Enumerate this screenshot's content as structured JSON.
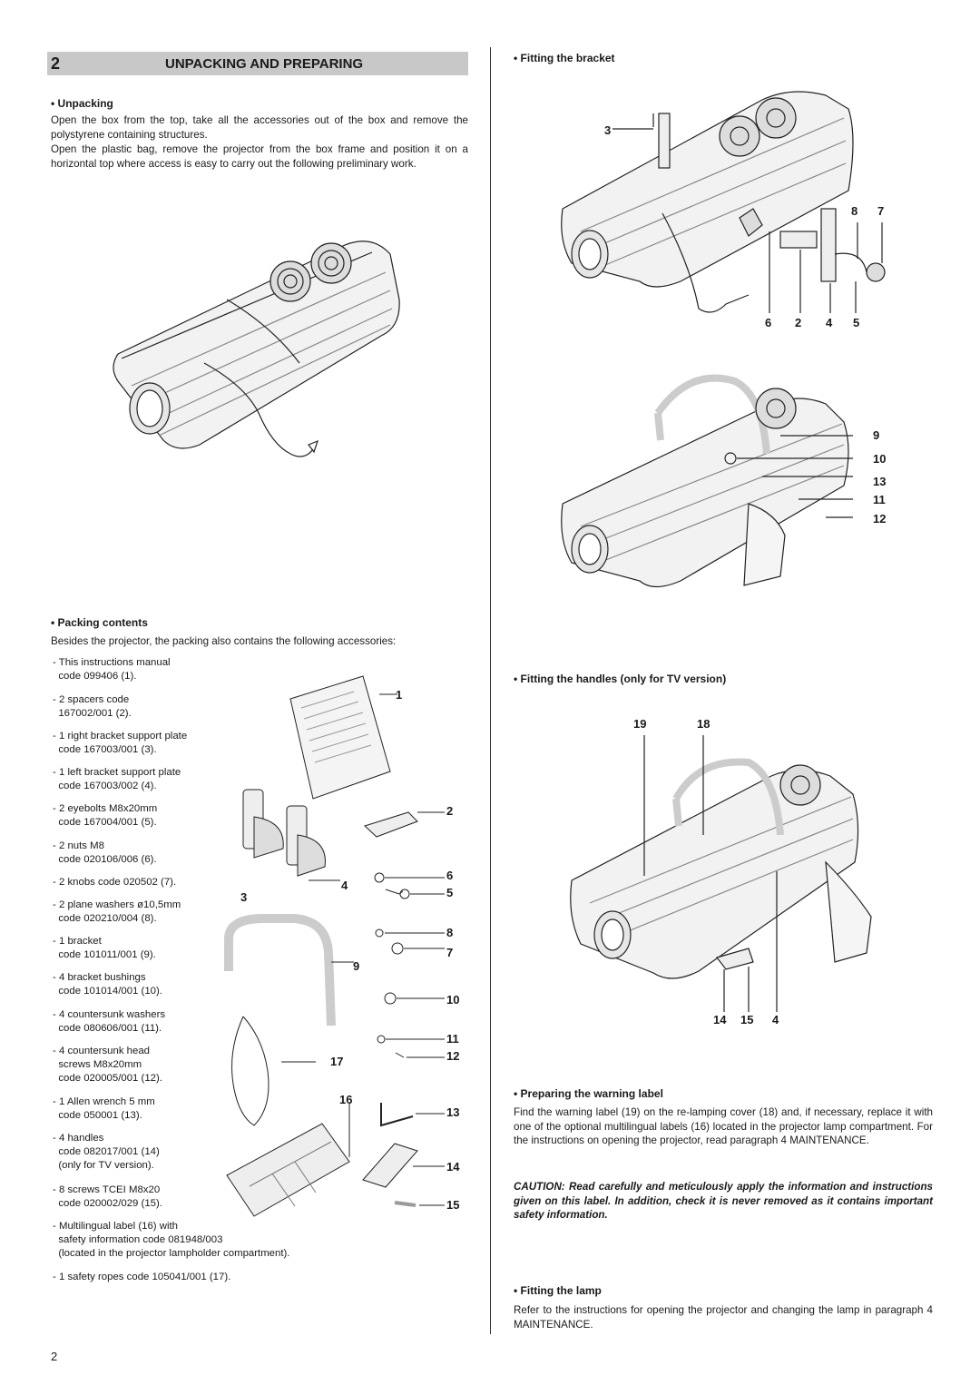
{
  "section": {
    "number": "2",
    "title": "UNPACKING AND PREPARING"
  },
  "unpacking": {
    "heading": "• Unpacking",
    "para1": "Open the box from the top, take all the accessories out of the box and remove the polystyrene containing structures.",
    "para2": "Open the plastic bag, remove the projector from the box frame and position it on a horizontal top where access is easy to carry out the following preliminary work."
  },
  "packing": {
    "heading": "• Packing contents",
    "intro": "Besides the projector, the packing also contains the following accessories:",
    "items": [
      "- This instructions manual\n  code 099406 (1).",
      "- 2 spacers code\n  167002/001 (2).",
      "- 1 right bracket support plate\n  code 167003/001 (3).",
      "- 1 left bracket support plate\n  code 167003/002 (4).",
      "- 2 eyebolts M8x20mm\n  code 167004/001 (5).",
      "- 2 nuts M8\n  code 020106/006 (6).",
      "- 2 knobs code 020502 (7).",
      "- 2 plane washers ø10,5mm\n  code 020210/004 (8).",
      "- 1 bracket\n  code 101011/001 (9).",
      "- 4 bracket bushings\n  code 101014/001 (10).",
      "- 4 countersunk washers\n  code 080606/001 (11).",
      "- 4 countersunk head\n  screws M8x20mm\n  code 020005/001 (12).",
      "- 1 Allen wrench 5 mm\n  code 050001 (13).",
      "- 4 handles\n  code 082017/001 (14)\n  (only for TV version).",
      "- 8 screws TCEI M8x20\n  code 020002/029 (15).",
      "- Multilingual label (16) with\n  safety information code 081948/003\n  (located in the projector lampholder compartment).",
      "- 1 safety ropes code 105041/001 (17)."
    ],
    "callouts": [
      "1",
      "2",
      "3",
      "4",
      "6",
      "5",
      "8",
      "7",
      "9",
      "10",
      "11",
      "12",
      "17",
      "16",
      "13",
      "14",
      "15"
    ]
  },
  "bracket": {
    "heading": "• Fitting the bracket",
    "callouts_top": [
      "3",
      "8",
      "7",
      "6",
      "2",
      "4",
      "5"
    ],
    "callouts_mid": [
      "9",
      "10",
      "13",
      "11",
      "12"
    ]
  },
  "handles": {
    "heading": "• Fitting the handles (only for TV version)",
    "callouts": [
      "19",
      "18",
      "14",
      "15",
      "4"
    ]
  },
  "warning": {
    "heading": "• Preparing the warning label",
    "text": "Find the warning label (19) on the re-lamping cover (18) and, if necessary, replace it with one of the optional multilingual labels (16) located in the projector lamp compartment. For the instructions on opening the projector, read paragraph 4 MAINTENANCE.",
    "caution": "CAUTION: Read carefully and meticulously apply the information and instructions given on this label. In addition, check it is never removed as it contains important safety information."
  },
  "lamp": {
    "heading": "• Fitting the lamp",
    "text": "Refer to the instructions for opening the projector and changing the lamp in paragraph 4 MAINTENANCE."
  },
  "page_number": "2"
}
